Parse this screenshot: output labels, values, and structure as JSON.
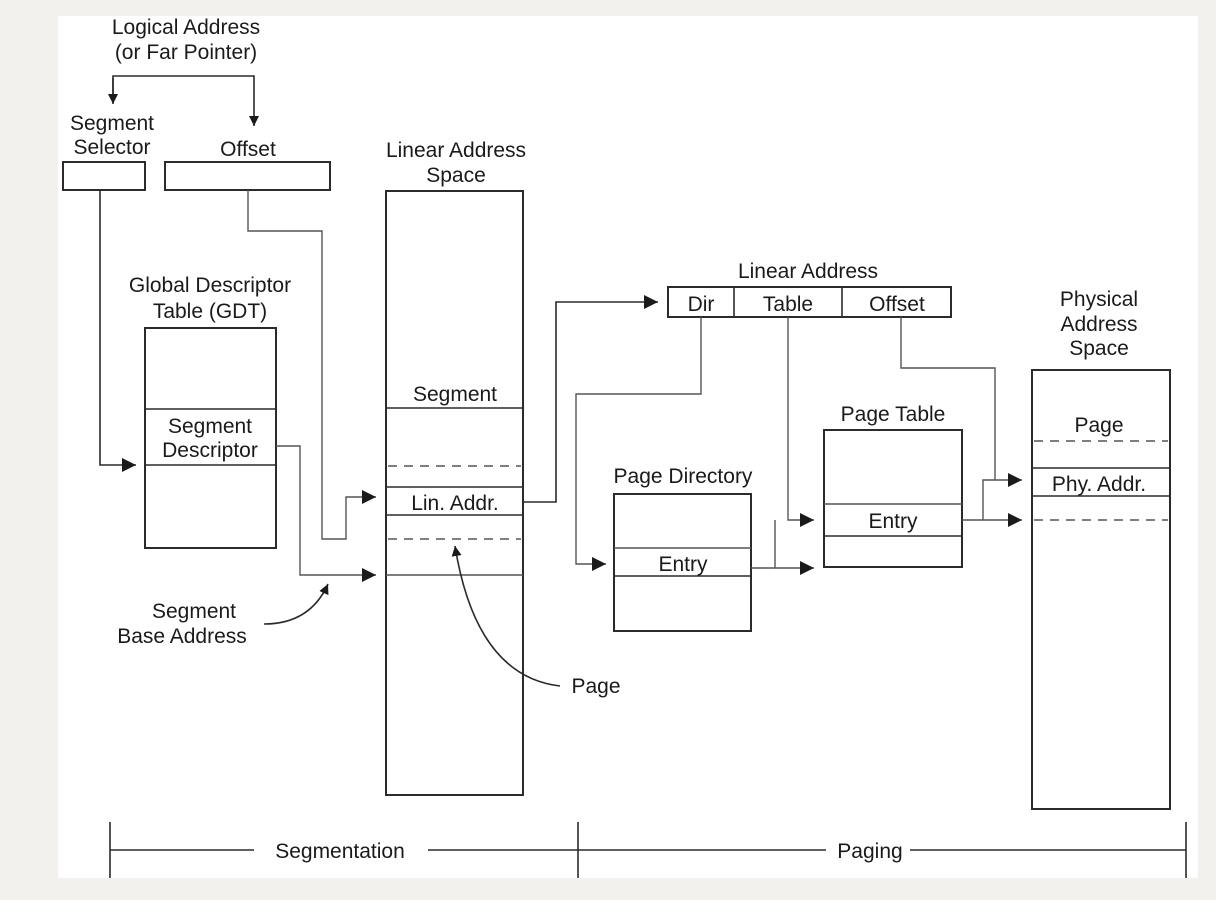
{
  "logical_address": {
    "line1": "Logical Address",
    "line2": "(or Far Pointer)"
  },
  "segment_selector": {
    "line1": "Segment",
    "line2": "Selector"
  },
  "offset": "Offset",
  "gdt": {
    "line1": "Global Descriptor",
    "line2": "Table (GDT)"
  },
  "segment_descriptor": {
    "line1": "Segment",
    "line2": "Descriptor"
  },
  "segment_base_address": {
    "line1": "Segment",
    "line2": "Base Address"
  },
  "linear_address_space": {
    "line1": "Linear Address",
    "line2": "Space",
    "segment": "Segment",
    "lin_addr": "Lin. Addr."
  },
  "page_label": "Page",
  "linear_address": {
    "title": "Linear Address",
    "dir": "Dir",
    "table": "Table",
    "offset": "Offset"
  },
  "page_directory": {
    "title": "Page Directory",
    "entry": "Entry"
  },
  "page_table": {
    "title": "Page Table",
    "entry": "Entry"
  },
  "physical_address_space": {
    "line1": "Physical",
    "line2": "Address",
    "line3": "Space",
    "page": "Page",
    "phy_addr": "Phy. Addr."
  },
  "sections": {
    "segmentation": "Segmentation",
    "paging": "Paging"
  }
}
